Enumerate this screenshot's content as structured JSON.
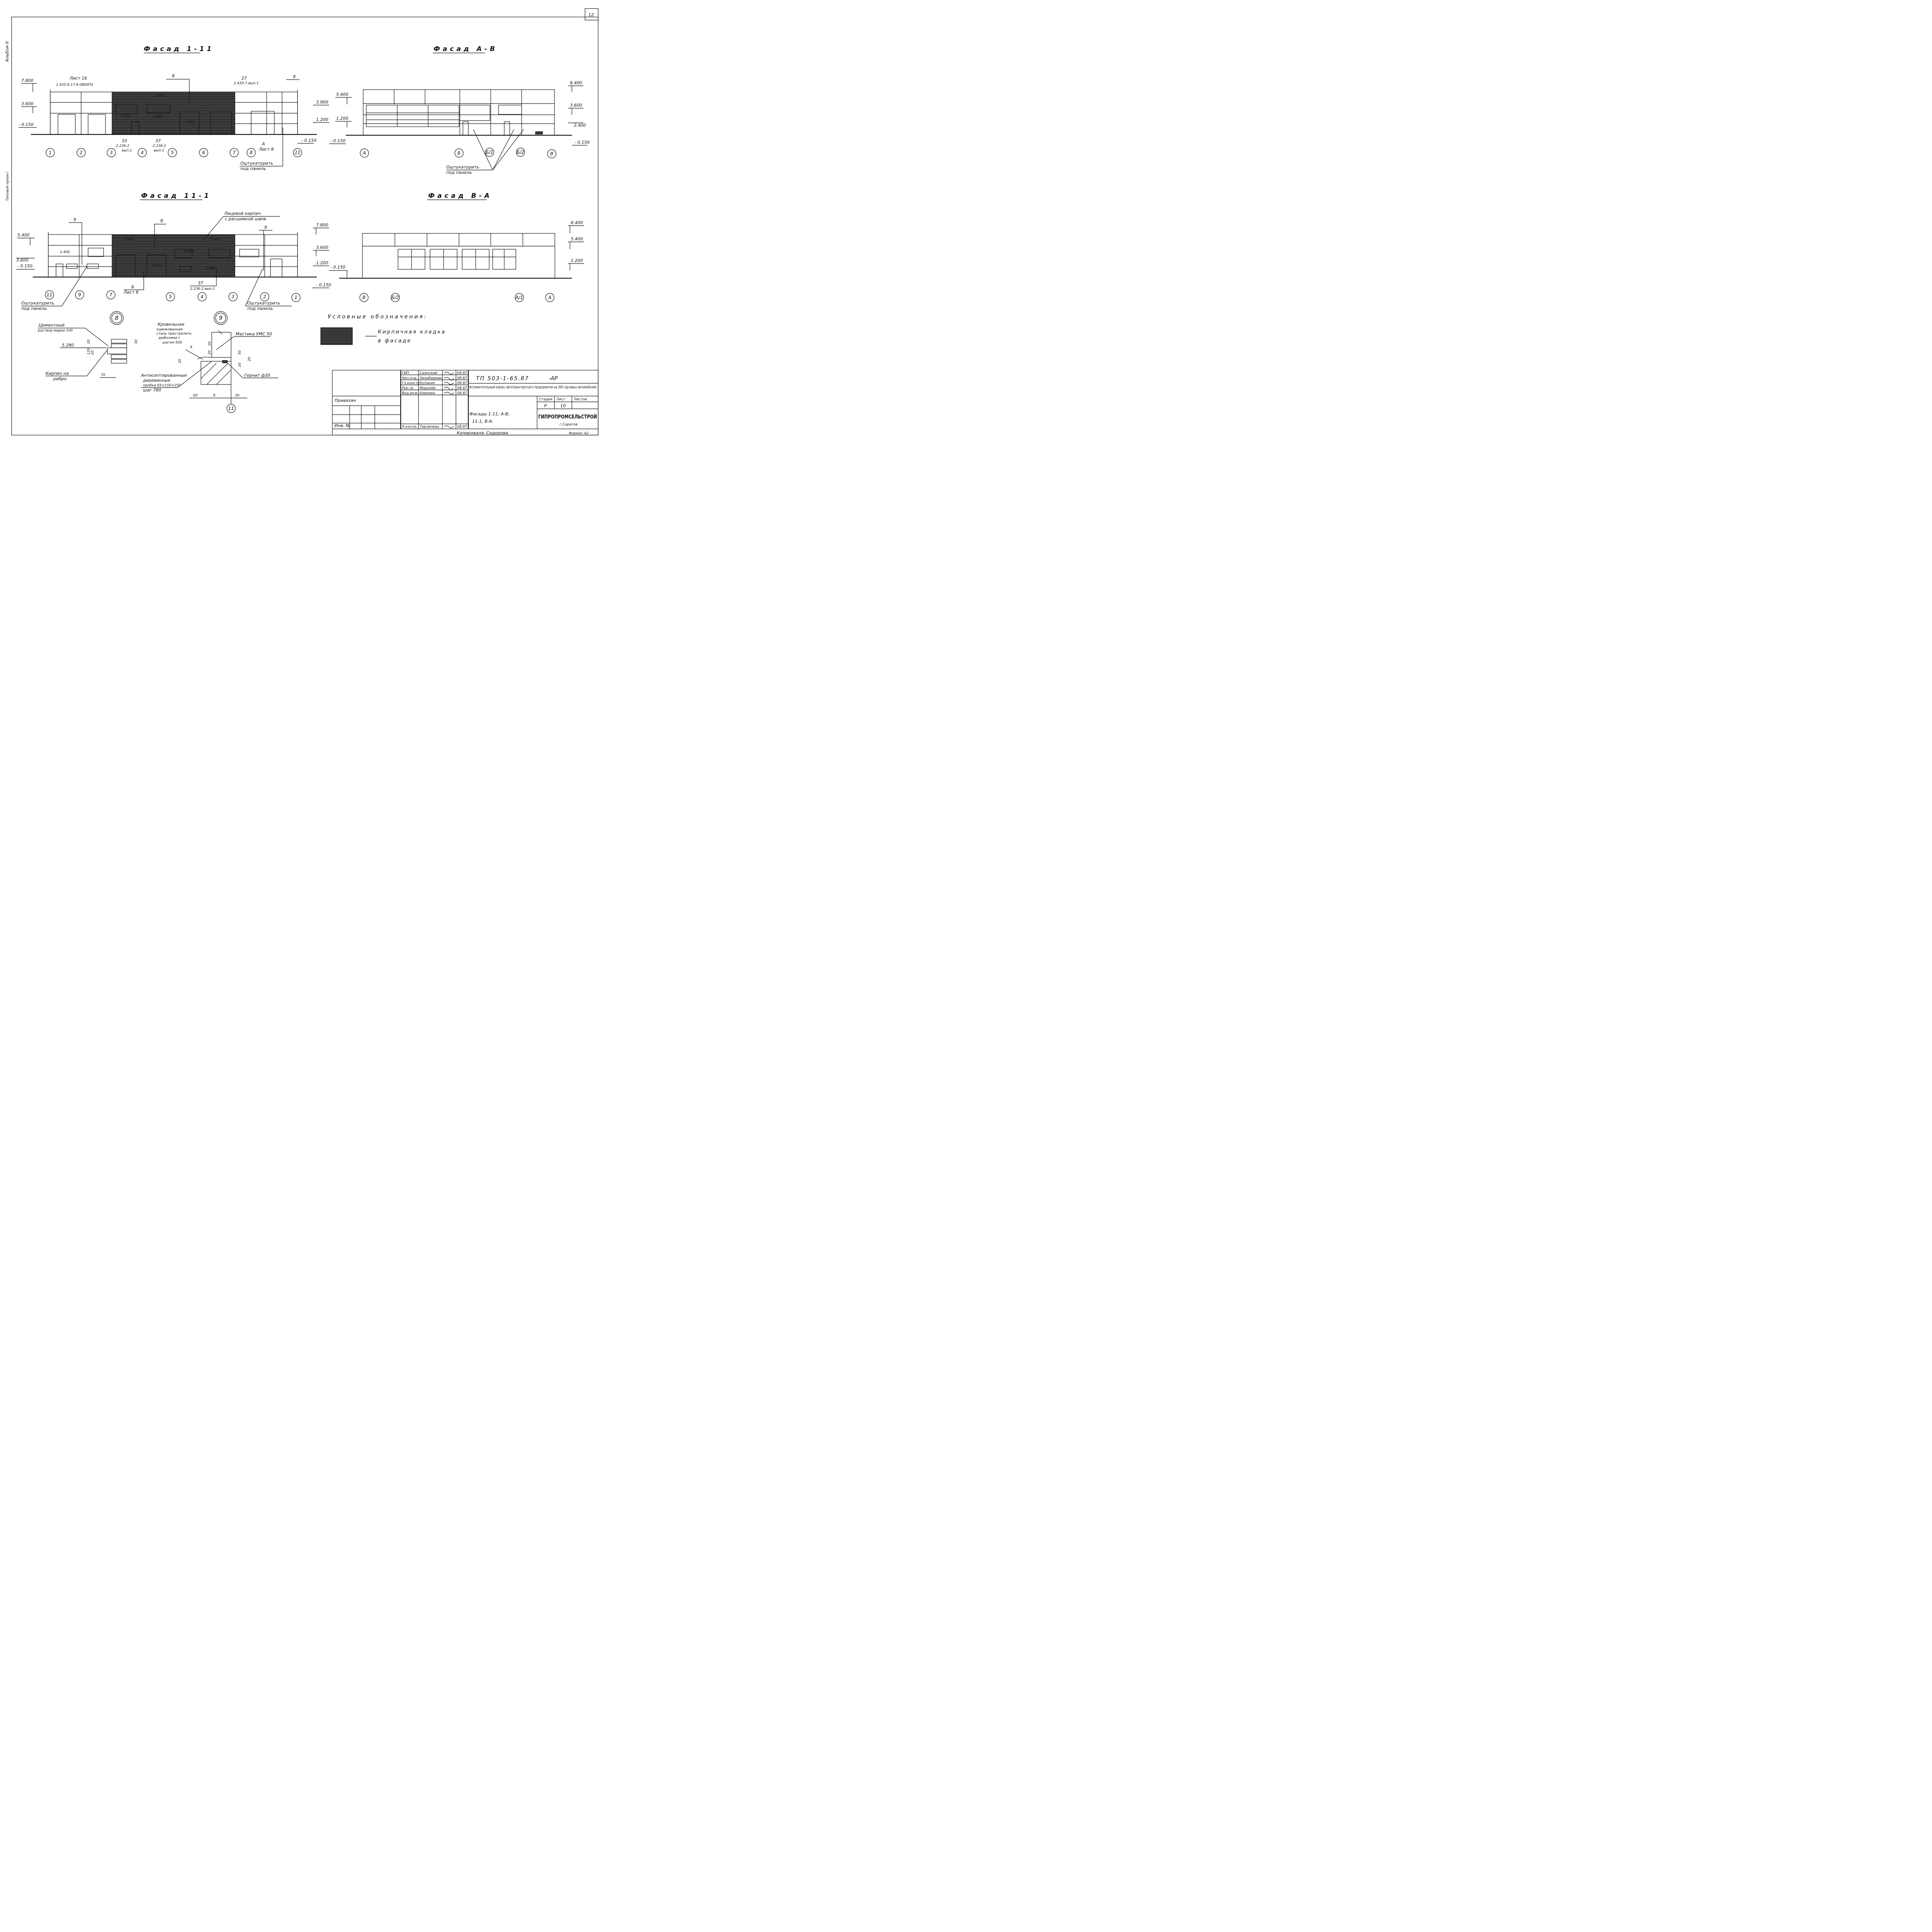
{
  "sheet": {
    "number": "12",
    "album_side_label": "Альбом II",
    "side_label_2": "Типовой проект"
  },
  "facade_1_11": {
    "title": "Фасад 1-11",
    "levels": [
      "7.800",
      "3.600",
      "- 0.150",
      "3.900",
      "1.200",
      "- 0.150"
    ],
    "notes": [
      "Лист 16",
      "1.435.9-17.8-0800П3",
      "8",
      "27",
      "2.435-7.вып.1",
      "9",
      "3.400",
      "2.400",
      "3.600",
      "3.900",
      "33",
      "2.236-2",
      "вып.1",
      "37",
      "2.236-2",
      "вып.1",
      "А",
      "Лист 8",
      "Оштукатурить",
      "под панель"
    ],
    "axes": [
      "1",
      "2",
      "3",
      "4",
      "5",
      "6",
      "7",
      "8",
      "11"
    ]
  },
  "facade_a_v": {
    "title": "Фасад А-В",
    "levels": [
      "5.400",
      "1.200",
      "- 0.150",
      "8.400",
      "3.600",
      "2.400",
      "- 0.150"
    ],
    "notes": [
      "Оштукатурить",
      "под панель"
    ],
    "axes": [
      "А",
      "Б",
      "Б/1",
      "Б/2",
      "В"
    ]
  },
  "facade_11_1": {
    "title": "Фасад 11-1",
    "levels": [
      "5.400",
      "3.600",
      "- 0.150",
      "7.800",
      "3.600",
      "1.200",
      "- 0.150"
    ],
    "notes": [
      "Лицевой кирпич",
      "с расшивкой швов",
      "9",
      "8",
      "9",
      "2.400",
      "5.400",
      "5.400",
      "3.900",
      "3.900",
      "2.400",
      "Б",
      "Лист 8",
      "37",
      "2.236-2.вып.1",
      "Оштукатурить",
      "под панель",
      "Оштукатурить",
      "под панель"
    ],
    "axes": [
      "11",
      "9",
      "7",
      "5",
      "4",
      "3",
      "2",
      "1"
    ]
  },
  "facade_v_a": {
    "title": "Фасад В-А",
    "levels": [
      "- 0.150",
      "8.400",
      "5.400",
      "1.200"
    ],
    "axes": [
      "В",
      "Б/2",
      "А/1",
      "А"
    ]
  },
  "node8": {
    "mark": "8",
    "notes": [
      "Цементный",
      "раствор марки 100",
      "5.280",
      "Кирпич на",
      "ребро"
    ],
    "dims": [
      "20",
      "30",
      "120",
      "20",
      "70"
    ]
  },
  "node9": {
    "mark": "9",
    "notes": [
      "Кровельная",
      "оцинкованная",
      "сталь пристрелить",
      "дюбелями с",
      "шагом 500",
      "6",
      "Мастика УМС 50",
      "Антисептированные",
      "деревянные",
      "пробки 65×150×250",
      "шаг 780",
      "Гернит ф30",
      "11"
    ],
    "dims": [
      "20",
      "20",
      "20",
      "50",
      "20",
      "20",
      "60",
      "б",
      "30"
    ]
  },
  "legend": {
    "title": "Условные обозначения:",
    "item_line1": "Кирпичная кладка",
    "item_line2": "в фасаде"
  },
  "stamp": {
    "project_code": "ТП 503-1-65.87",
    "mark": "-АР",
    "description": "Вспомогательный корпус автотранспортного предприятия на 300 грузовых автомобилей.",
    "sheet_title_1": "Фасады 1-11; А-В;",
    "sheet_title_2": "11-1; В-А.",
    "stage_label": "Стадия",
    "sheet_label": "Лист",
    "sheets_label": "Листов",
    "stage": "Р",
    "sheet": "10",
    "org": "ГИПРОПРОМСЕЛЬСТРОЙ",
    "city": "г.Саратов",
    "tied_label": "Привязан",
    "inv_label": "Инв. №",
    "roles": [
      "ГИП",
      "Нач.отд.",
      "Гл.констр.",
      "Рук.гр.",
      "Вед.инж.",
      "Н.контр."
    ],
    "names": [
      "Саянский",
      "Зильберман",
      "Чупакин",
      "Моралёв",
      "Киреева",
      "Терличева"
    ],
    "dates": [
      "08.87",
      "08.87",
      "08.87",
      "08.87",
      "08.87",
      "08.87"
    ],
    "copied": "Копировала: Сидорова",
    "format": "Формат А2"
  }
}
